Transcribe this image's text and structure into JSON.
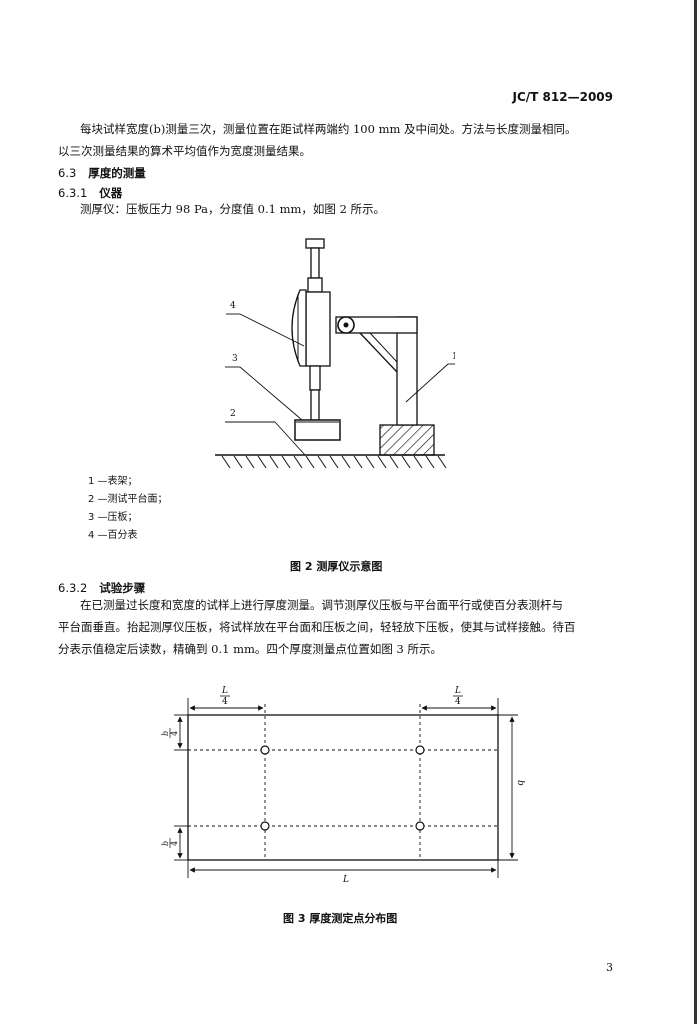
{
  "header": {
    "standard_number": "JC/T 812—2009"
  },
  "p1_line1": "每块试样宽度(b)测量三次，测量位置在距试样两端约 100 mm 及中间处。方法与长度测量相同。",
  "p1_line2": "以三次测量结果的算术平均值作为宽度测量结果。",
  "sec_6_3": {
    "num": "6.3",
    "title": "厚度的测量"
  },
  "sec_6_3_1": {
    "num": "6.3.1",
    "title": "仪器"
  },
  "p2": "测厚仪：压板压力 98 Pa，分度值 0.1 mm，如图 2 所示。",
  "fig2": {
    "callouts": [
      "1",
      "2",
      "3",
      "4"
    ],
    "legend": [
      "1 —表架；",
      "2 —测试平台面；",
      "3 —压板；",
      "4 —百分表"
    ],
    "caption": "图 2  测厚仪示意图"
  },
  "sec_6_3_2": {
    "num": "6.3.2",
    "title": "试验步骤"
  },
  "p3_line1": "在已测量过长度和宽度的试样上进行厚度测量。调节测厚仪压板与平台面平行或使百分表测杆与",
  "p3_line2": "平台面垂直。抬起测厚仪压板，将试样放在平台面和压板之间，轻轻放下压板，使其与试样接触。待百",
  "p3_line3": "分表示值稳定后读数，精确到 0.1 mm。四个厚度测量点位置如图 3 所示。",
  "fig3": {
    "dim_top_left": {
      "num": "L",
      "den": "4"
    },
    "dim_top_right": {
      "num": "L",
      "den": "4"
    },
    "dim_left_top": {
      "num": "b",
      "den": "4"
    },
    "dim_left_bottom": {
      "num": "b",
      "den": "4"
    },
    "dim_right": "b",
    "dim_bottom": "L",
    "caption": "图 3  厚度测定点分布图"
  },
  "page_number": "3"
}
